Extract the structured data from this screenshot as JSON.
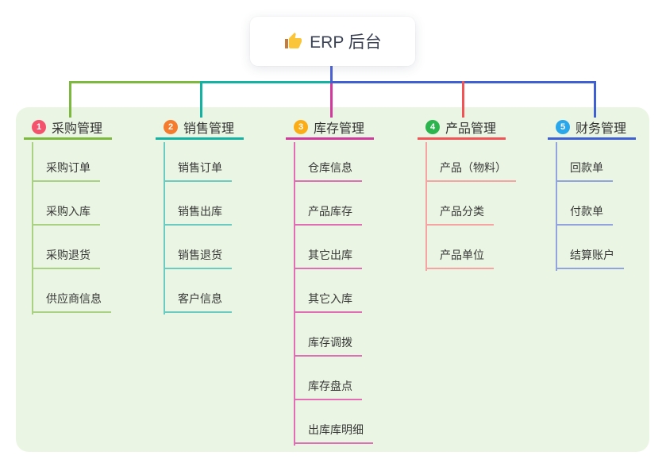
{
  "root": {
    "label": "ERP 后台",
    "icon": "thumbs-up"
  },
  "connector_color": "#4B61D1",
  "panel_color": "#EAF6E3",
  "branches": [
    {
      "num": "1",
      "title": "采购管理",
      "badge_color": "#F4536D",
      "line_color": "#7DB93E",
      "light_color": "#A9D184",
      "items": [
        "采购订单",
        "采购入库",
        "采购退货",
        "供应商信息"
      ]
    },
    {
      "num": "2",
      "title": "销售管理",
      "badge_color": "#F57B2E",
      "line_color": "#13B2A2",
      "light_color": "#6BCBC0",
      "items": [
        "销售订单",
        "销售出库",
        "销售退货",
        "客户信息"
      ]
    },
    {
      "num": "3",
      "title": "库存管理",
      "badge_color": "#FBAD18",
      "line_color": "#D2399C",
      "light_color": "#E06EB4",
      "items": [
        "仓库信息",
        "产品库存",
        "其它出库",
        "其它入库",
        "库存调拨",
        "库存盘点",
        "出库库明细"
      ]
    },
    {
      "num": "4",
      "title": "产品管理",
      "badge_color": "#2CB44E",
      "line_color": "#F15356",
      "light_color": "#F6A3A4",
      "items": [
        "产品（物料）",
        "产品分类",
        "产品单位"
      ]
    },
    {
      "num": "5",
      "title": "财务管理",
      "badge_color": "#2AA7EB",
      "line_color": "#3F60D3",
      "light_color": "#92A4DD",
      "items": [
        "回款单",
        "付款单",
        "结算账户"
      ]
    }
  ]
}
